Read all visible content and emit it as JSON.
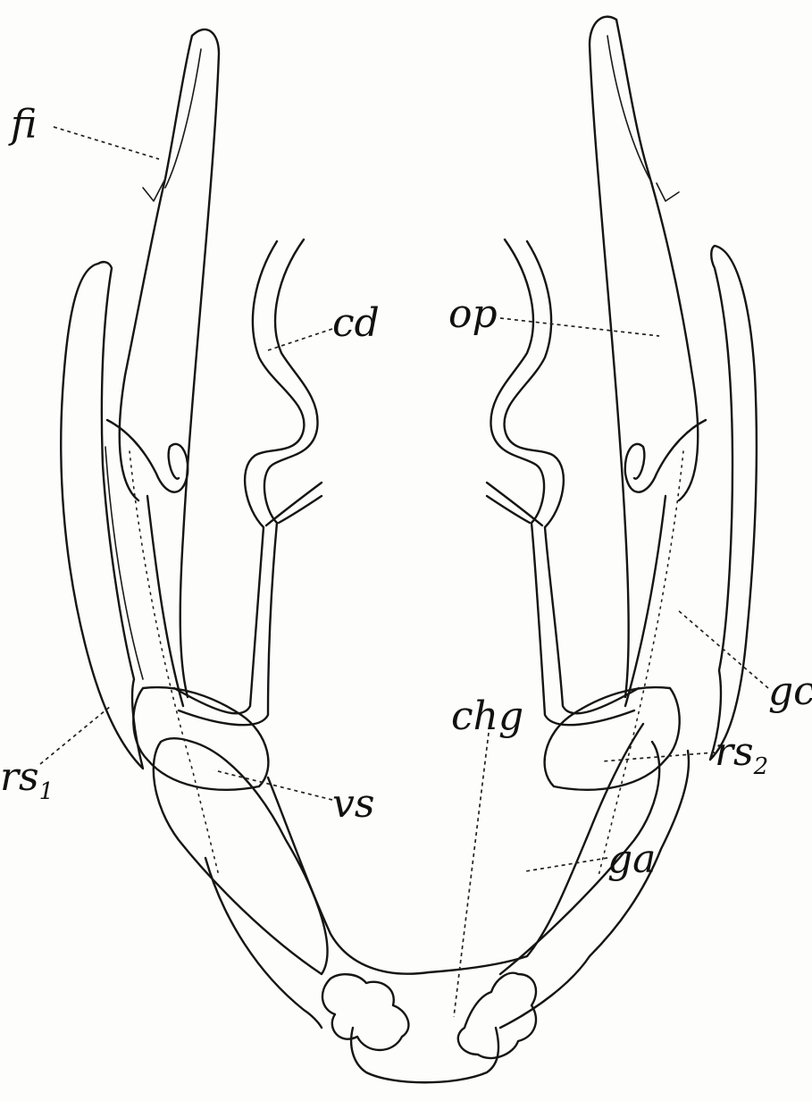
{
  "labels": {
    "fi": "fi",
    "cd": "cd",
    "op": "op",
    "gc": "gc",
    "rs1_main": "rs",
    "rs1_sub": "1",
    "vs": "vs",
    "chg": "chg",
    "rs2_main": "rs",
    "rs2_sub": "2",
    "ga": "ga"
  }
}
